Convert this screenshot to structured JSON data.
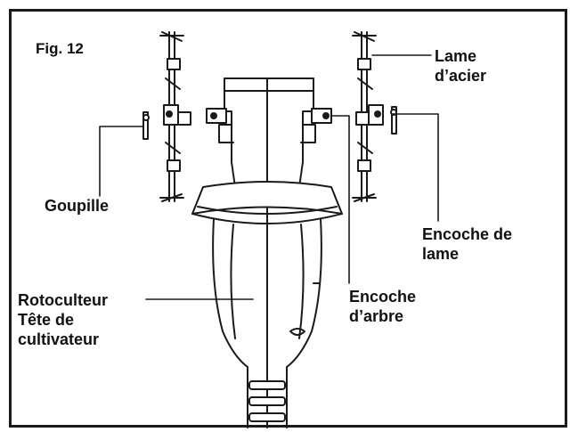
{
  "figure": {
    "number": "Fig. 12"
  },
  "labels": {
    "steel_blade": [
      "Lame",
      "d’acier"
    ],
    "pin": "Goupille",
    "blade_notch": [
      "Encoche de",
      "lame"
    ],
    "shaft_notch": [
      "Encoche",
      "d’arbre"
    ],
    "tiller_head": [
      "Rotoculteur",
      "Tête de",
      "cultivateur"
    ]
  },
  "colors": {
    "stroke": "#1a1a1a",
    "background": "#ffffff"
  }
}
